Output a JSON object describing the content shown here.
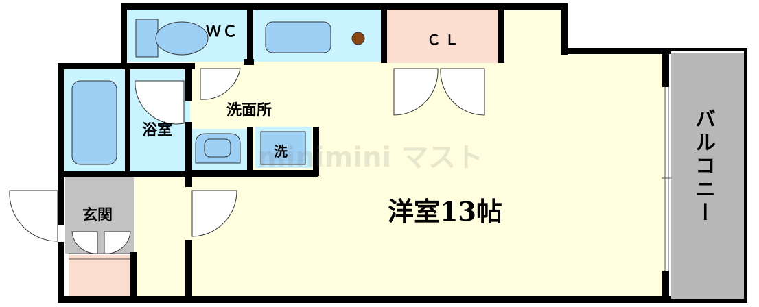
{
  "rooms": {
    "wc": "ＷＣ",
    "closet": "ＣＬ",
    "washroom": "洗面所",
    "bathroom": "浴室",
    "washer": "洗",
    "entrance": "玄関",
    "main_room": "洋室13帖",
    "balcony": "バルコニー"
  },
  "watermark": "minimini マスト",
  "colors": {
    "floor": "#FFFFE0",
    "water_area": "#C9F3FF",
    "fixture": "#9ED0F5",
    "closet": "#FBDDD0",
    "entrance": "#C2C2C2",
    "balcony": "#B8B8B8",
    "wall": "#000000",
    "faucet": "#8B4513"
  }
}
